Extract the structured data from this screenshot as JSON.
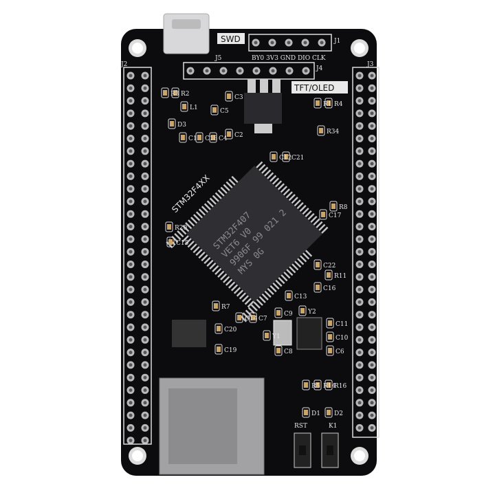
{
  "board": {
    "model_label": "STM32F4XX",
    "colors": {
      "pcb": "#0c0c0e",
      "silkscreen": "#e8e8e8",
      "chip": "#2e2e33",
      "pins": "#b9b9bc",
      "metal": "#9a9a9c"
    },
    "chip_marking": [
      "STM32F407",
      "VET6   V0",
      "9906F 99 021 2",
      "MYS        0G"
    ],
    "headers": {
      "swd": "SWD",
      "j1": "J1",
      "swd_pins": "BY0 3V3 GND DIO CLK",
      "j4": "J4",
      "j5": "J5",
      "tft": "TFT/OLED",
      "j2": "J2",
      "j3": "J3"
    },
    "components": [
      "R3",
      "R2",
      "L1",
      "C3",
      "C5",
      "D3",
      "C1",
      "C18",
      "C4",
      "C2",
      "R1",
      "R4",
      "R34",
      "C12",
      "C21",
      "R8",
      "C17",
      "R20",
      "C15",
      "C22",
      "R11",
      "C16",
      "C13",
      "R7",
      "C14",
      "C7",
      "C20",
      "C19",
      "C9",
      "Y2",
      "C11",
      "C10",
      "C6",
      "Y1",
      "C8",
      "R5",
      "R14",
      "R16",
      "D1",
      "D2"
    ],
    "buttons": {
      "reset": "RST",
      "k1": "K1"
    }
  }
}
